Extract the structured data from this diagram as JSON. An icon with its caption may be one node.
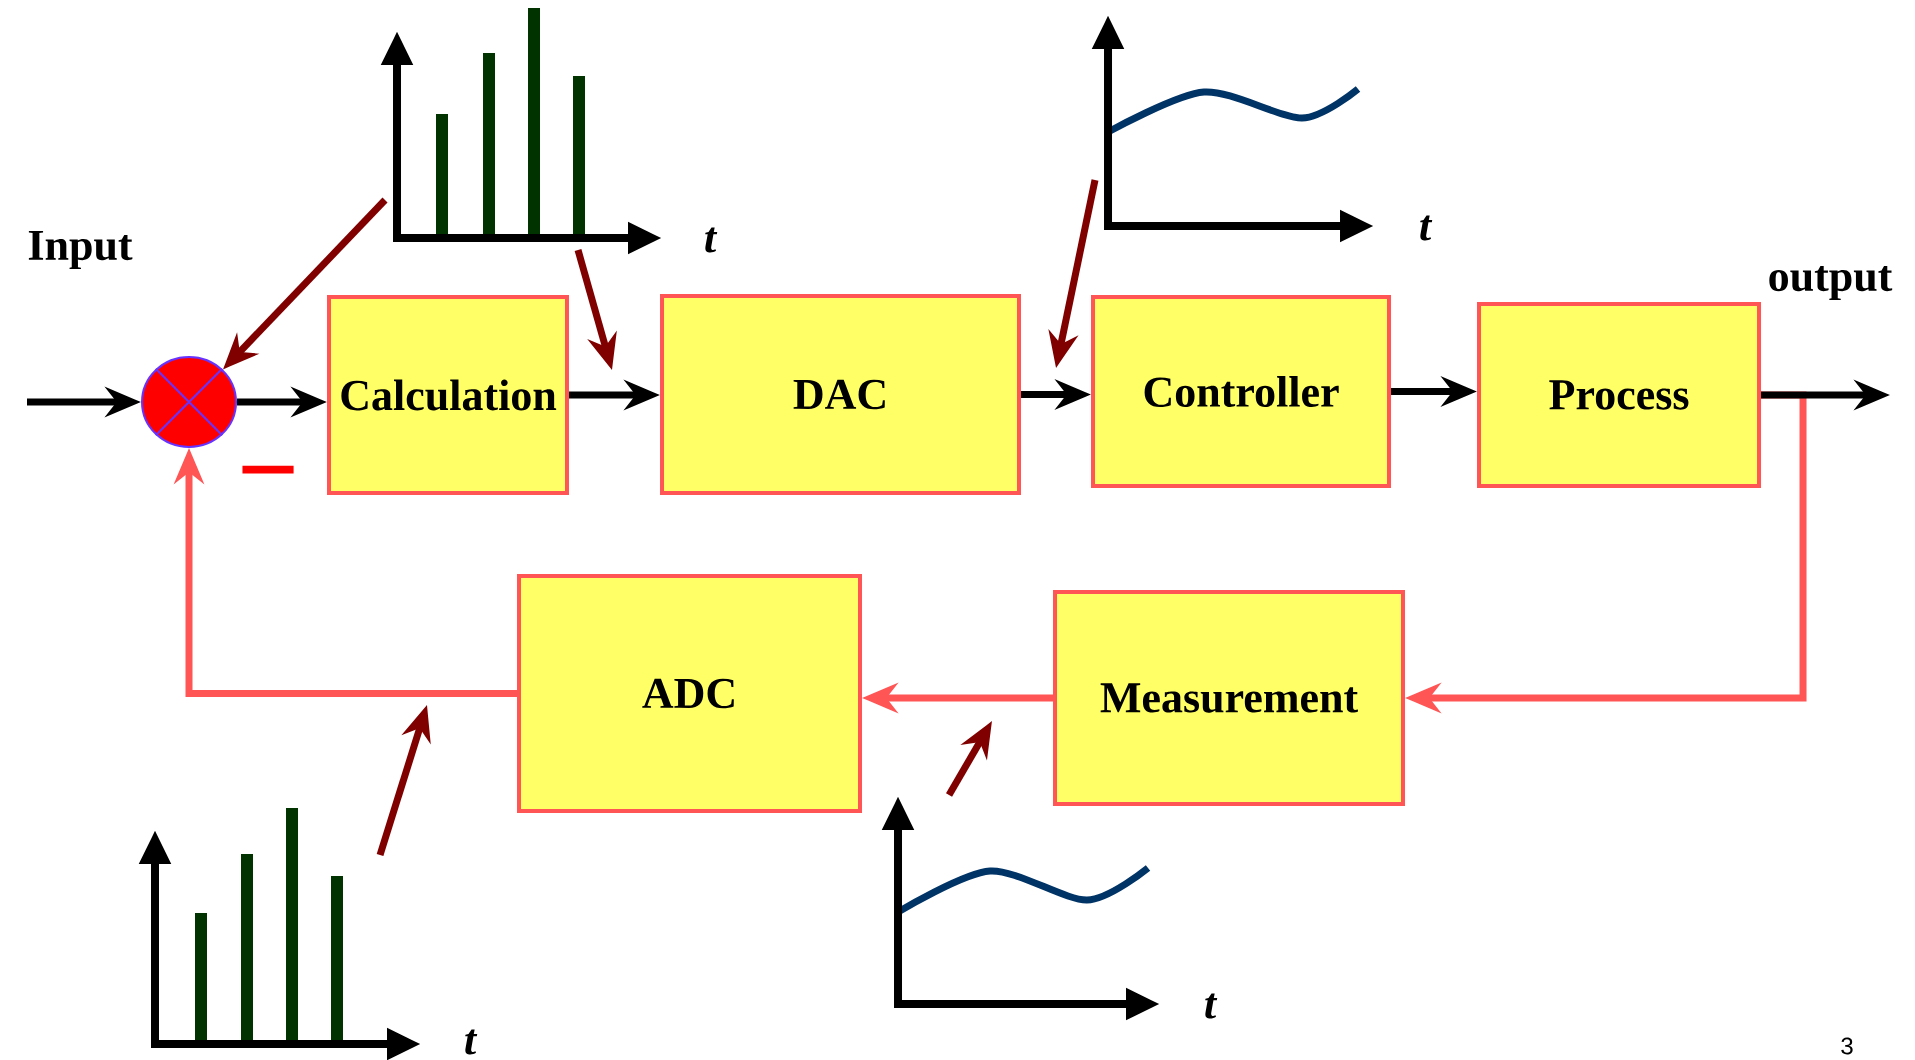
{
  "diagram": {
    "nodes": [
      {
        "text": [],
        "shape": "circle"
      },
      {
        "text": [
          "Calculation"
        ]
      },
      {
        "text": [
          "DAC"
        ]
      },
      {
        "text": [
          "Controller"
        ]
      },
      {
        "text": [
          "Process"
        ]
      },
      {
        "text": [
          "Measurement"
        ]
      },
      {
        "text": [
          "ADC"
        ]
      },
      {
        "text": [],
        "shape": "picture"
      },
      {
        "text": [],
        "shape": "picture"
      },
      {
        "text": [],
        "shape": "picture"
      },
      {
        "text": [],
        "shape": "picture"
      }
    ],
    "edges": [
      {
        "from": null,
        "to": 0,
        "arrow": "to"
      },
      {
        "from": 0,
        "to": 1,
        "arrow": "to"
      },
      {
        "from": 1,
        "to": 2,
        "arrow": "to"
      },
      {
        "from": 2,
        "to": 3,
        "arrow": "to"
      },
      {
        "from": 3,
        "to": 4,
        "arrow": "to"
      },
      {
        "from": 4,
        "to": 5,
        "arrow": "to",
        "color": "#ff5555"
      },
      {
        "from": 4,
        "to": null,
        "arrow": "to"
      },
      {
        "from": 5,
        "to": 6,
        "arrow": "to",
        "color": "#ff5555"
      },
      {
        "from": 6,
        "to": 0,
        "arrow": "to",
        "color": "#ff5555"
      },
      {
        "from": 7,
        "to": 0,
        "arrow": "to",
        "color": "#800000"
      },
      {
        "from": 7,
        "to": null,
        "arrow": "to",
        "color": "#800000"
      },
      {
        "from": 8,
        "to": null,
        "arrow": "to",
        "color": "#800000"
      },
      {
        "from": 9,
        "to": null,
        "arrow": "to",
        "color": "#800000"
      },
      {
        "from": 10,
        "to": null,
        "arrow": "to",
        "color": "#800000"
      }
    ],
    "labels": [
      "t",
      "t",
      "Input",
      "output",
      "−",
      "t",
      "t",
      "3"
    ]
  }
}
